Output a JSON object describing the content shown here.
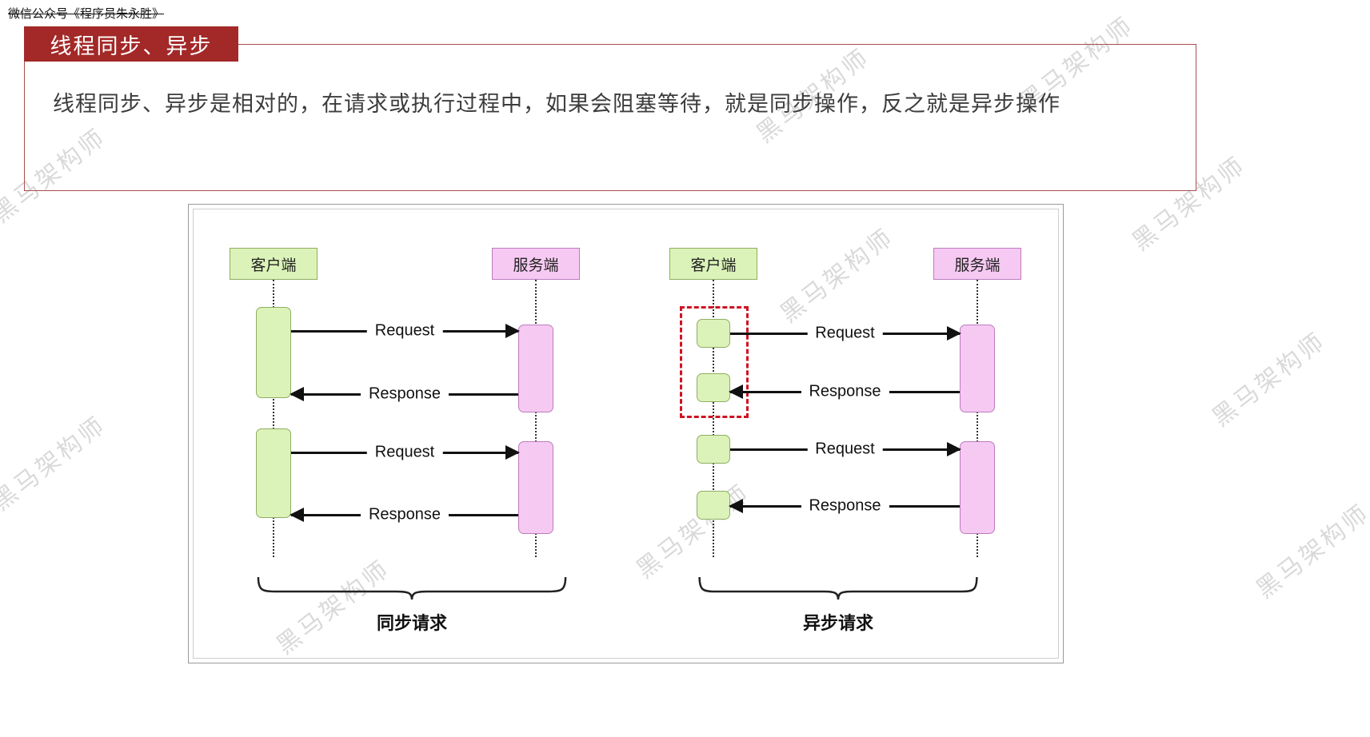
{
  "page": {
    "top_note": "微信公众号《程序员朱永胜》"
  },
  "header": {
    "badge_label": "线程同步、异步",
    "description": "线程同步、异步是相对的，在请求或执行过程中，如果会阻塞等待，就是同步操作，反之就是异步操作"
  },
  "diagram": {
    "sync": {
      "client": "客户端",
      "server": "服务端",
      "messages": [
        "Request",
        "Response",
        "Request",
        "Response"
      ],
      "caption": "同步请求"
    },
    "async": {
      "client": "客户端",
      "server": "服务端",
      "messages": [
        "Request",
        "Response",
        "Request",
        "Response"
      ],
      "caption": "异步请求"
    }
  },
  "watermark": {
    "text": "黑马架构师"
  },
  "colors": {
    "badge_red": "#a32929",
    "desc_border_red": "#a84c4c",
    "client_green_fill": "#dbf3b9",
    "client_green_border": "#8fae63",
    "server_pink_fill": "#f6c9f2",
    "server_pink_border": "#bd7cbd",
    "dashed_group_red": "#cf1322",
    "arrow_black": "#111111"
  }
}
